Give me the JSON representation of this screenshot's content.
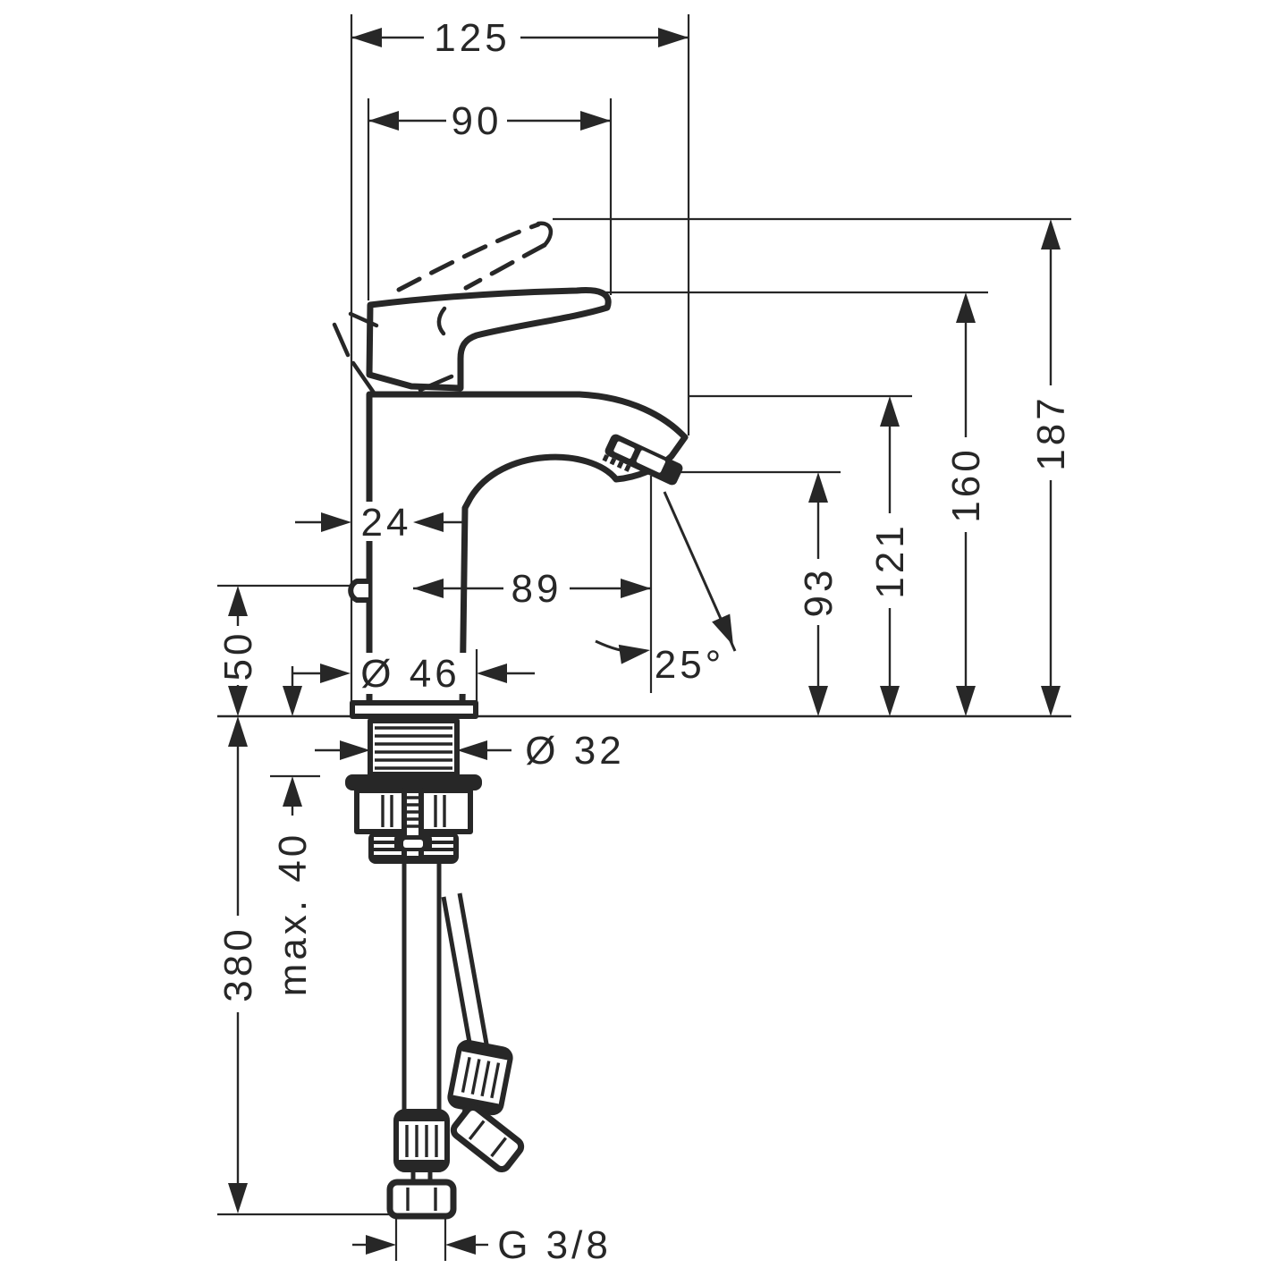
{
  "meta": {
    "drawing_type": "technical dimension drawing",
    "subject": "single-lever basin mixer tap, side elevation with mounting hardware and supply hoses",
    "units": "mm",
    "line_color": "#272727",
    "background_color": "#ffffff"
  },
  "dims": {
    "overall_width": "125",
    "handle_reach": "90",
    "center_to_back": "24",
    "spout_reach": "89",
    "base_diameter": "Ø 46",
    "spray_angle": "25°",
    "shank_diameter": "Ø 32",
    "outlet_height": "93",
    "spout_height": "121",
    "body_height": "160",
    "max_height": "187",
    "back_clearance": "50",
    "hose_length": "380",
    "max_mounting_thickness": "max. 40",
    "connection_thread": "G 3/8"
  }
}
